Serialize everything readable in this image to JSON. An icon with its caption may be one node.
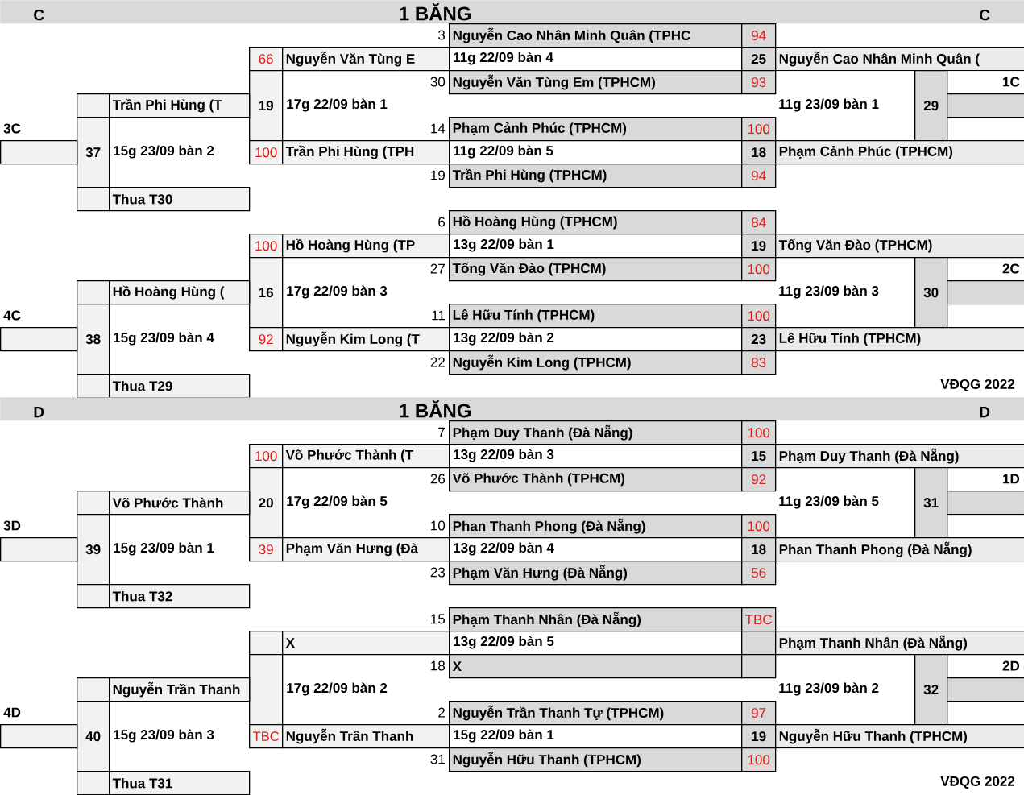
{
  "diagram": {
    "nodes": [
      {
        "text": [
          "C",
          "1 BĂNG",
          "C"
        ]
      },
      {
        "text": [
          "Nguyễn Cao Nhân Minh Quân (TPHC"
        ]
      },
      {
        "text": [
          "94"
        ]
      },
      {
        "text": [
          "66"
        ]
      },
      {
        "text": [
          "Nguyễn Văn Tùng E"
        ]
      },
      {
        "text": [
          "25"
        ]
      },
      {
        "text": [
          "Nguyễn Cao Nhân Minh Quân ("
        ]
      },
      {
        "text": [
          "Nguyễn Văn Tùng Em (TPHCM)"
        ]
      },
      {
        "text": [
          "93"
        ]
      },
      {
        "text": [
          "19"
        ]
      },
      {
        "text": [
          "29"
        ]
      },
      {
        "text": [],
        "shape": "box"
      },
      {
        "text": [
          "Trần Phi Hùng (T"
        ]
      },
      {
        "text": [],
        "shape": "box"
      },
      {
        "text": [
          "Phạm Cảnh Phúc (TPHCM)"
        ]
      },
      {
        "text": [
          "100"
        ]
      },
      {
        "text": [
          "37"
        ]
      },
      {
        "text": [],
        "shape": "box"
      },
      {
        "text": [
          "100"
        ]
      },
      {
        "text": [
          "Trần Phi Hùng (TPH"
        ]
      },
      {
        "text": [
          "18"
        ]
      },
      {
        "text": [
          "Phạm Cảnh Phúc (TPHCM)"
        ]
      },
      {
        "text": [
          "Trần Phi Hùng (TPHCM)"
        ]
      },
      {
        "text": [
          "94"
        ]
      },
      {
        "text": [],
        "shape": "box"
      },
      {
        "text": [
          "Thua T30"
        ]
      },
      {
        "text": [
          "Hồ Hoàng Hùng (TPHCM)"
        ]
      },
      {
        "text": [
          "84"
        ]
      },
      {
        "text": [
          "100"
        ]
      },
      {
        "text": [
          "Hồ Hoàng Hùng (TP"
        ]
      },
      {
        "text": [
          "19"
        ]
      },
      {
        "text": [
          "Tống Văn Đào (TPHCM)"
        ]
      },
      {
        "text": [
          "Tống Văn Đào (TPHCM)"
        ]
      },
      {
        "text": [
          "100"
        ]
      },
      {
        "text": [
          "16"
        ]
      },
      {
        "text": [
          "30"
        ]
      },
      {
        "text": [],
        "shape": "box"
      },
      {
        "text": [
          "Hồ Hoàng Hùng ("
        ]
      },
      {
        "text": [],
        "shape": "box"
      },
      {
        "text": [
          "Lê Hữu Tính (TPHCM)"
        ]
      },
      {
        "text": [
          "100"
        ]
      },
      {
        "text": [
          "38"
        ]
      },
      {
        "text": [],
        "shape": "box"
      },
      {
        "text": [
          "92"
        ]
      },
      {
        "text": [
          "Nguyễn Kim Long (T"
        ]
      },
      {
        "text": [
          "23"
        ]
      },
      {
        "text": [
          "Lê Hữu Tính (TPHCM)"
        ]
      },
      {
        "text": [
          "Nguyễn Kim Long (TPHCM)"
        ]
      },
      {
        "text": [
          "83"
        ]
      },
      {
        "text": [],
        "shape": "box"
      },
      {
        "text": [
          "Thua T29"
        ]
      },
      {
        "text": [
          "D",
          "1 BĂNG",
          "D"
        ]
      },
      {
        "text": [
          "Phạm Duy Thanh (Đà Nẵng)"
        ]
      },
      {
        "text": [
          "100"
        ]
      },
      {
        "text": [
          "100"
        ]
      },
      {
        "text": [
          "Võ Phước Thành (T"
        ]
      },
      {
        "text": [
          "15"
        ]
      },
      {
        "text": [
          "Phạm Duy Thanh (Đà Nẵng)"
        ]
      },
      {
        "text": [
          "Võ Phước Thành (TPHCM)"
        ]
      },
      {
        "text": [
          "92"
        ]
      },
      {
        "text": [
          "20"
        ]
      },
      {
        "text": [
          "31"
        ]
      },
      {
        "text": [],
        "shape": "box"
      },
      {
        "text": [
          "Võ Phước Thành"
        ]
      },
      {
        "text": [],
        "shape": "box"
      },
      {
        "text": [
          "Phan Thanh Phong (Đà Nẵng)"
        ]
      },
      {
        "text": [
          "100"
        ]
      },
      {
        "text": [
          "39"
        ]
      },
      {
        "text": [],
        "shape": "box"
      },
      {
        "text": [
          "39"
        ]
      },
      {
        "text": [
          "Phạm Văn Hưng (Đà"
        ]
      },
      {
        "text": [
          "18"
        ]
      },
      {
        "text": [
          "Phan Thanh Phong (Đà Nẵng)"
        ]
      },
      {
        "text": [
          "Phạm Văn Hưng (Đà Nẵng)"
        ]
      },
      {
        "text": [
          "56"
        ]
      },
      {
        "text": [],
        "shape": "box"
      },
      {
        "text": [
          "Thua T32"
        ]
      },
      {
        "text": [
          "Phạm Thanh Nhân (Đà Nẵng)"
        ]
      },
      {
        "text": [
          "TBC"
        ]
      },
      {
        "text": [],
        "shape": "box"
      },
      {
        "text": [
          "X"
        ]
      },
      {
        "text": [],
        "shape": "box"
      },
      {
        "text": [
          "Phạm Thanh Nhân (Đà Nẵng)"
        ]
      },
      {
        "text": [
          "X"
        ]
      },
      {
        "text": [],
        "shape": "box"
      },
      {
        "text": [],
        "shape": "box"
      },
      {
        "text": [
          "32"
        ]
      },
      {
        "text": [],
        "shape": "box"
      },
      {
        "text": [
          "Nguyễn Trần Thanh"
        ]
      },
      {
        "text": [],
        "shape": "box"
      },
      {
        "text": [
          "Nguyễn Trần Thanh Tự (TPHCM)"
        ]
      },
      {
        "text": [
          "97"
        ]
      },
      {
        "text": [
          "40"
        ]
      },
      {
        "text": [],
        "shape": "box"
      },
      {
        "text": [
          "TBC"
        ]
      },
      {
        "text": [
          "Nguyễn Trần Thanh"
        ]
      },
      {
        "text": [
          "19"
        ]
      },
      {
        "text": [
          "Nguyễn Hữu Thanh (TPHCM)"
        ]
      },
      {
        "text": [
          "Nguyễn Hữu Thanh (TPHCM)"
        ]
      },
      {
        "text": [
          "100"
        ]
      },
      {
        "text": [],
        "shape": "box"
      },
      {
        "text": [
          "Thua T31"
        ]
      }
    ],
    "labels": [
      "3",
      "11g 22/09 bàn 4",
      "30",
      "1C",
      "17g 22/09 bàn 1",
      "11g 23/09 bàn 1",
      "3C",
      "14",
      "15g 23/09 bàn 2",
      "11g 22/09 bàn 5",
      "19",
      "6",
      "13g 22/09 bàn 1",
      "27",
      "2C",
      "17g 22/09 bàn 3",
      "11g 23/09 bàn 3",
      "4C",
      "11",
      "15g 23/09 bàn 4",
      "13g 22/09 bàn 2",
      "22",
      "VĐQG 2022",
      "7",
      "13g 22/09 bàn 3",
      "26",
      "1D",
      "17g 22/09 bàn 5",
      "11g 23/09 bàn 5",
      "3D",
      "10",
      "15g 23/09 bàn 1",
      "13g 22/09 bàn 4",
      "23",
      "15",
      "13g 22/09 bàn 5",
      "18",
      "2D",
      "17g 22/09 bàn 2",
      "11g 23/09 bàn 2",
      "4D",
      "2",
      "15g 23/09 bàn 3",
      "15g 22/09 bàn 1",
      "31",
      "VĐQG 2022"
    ]
  }
}
